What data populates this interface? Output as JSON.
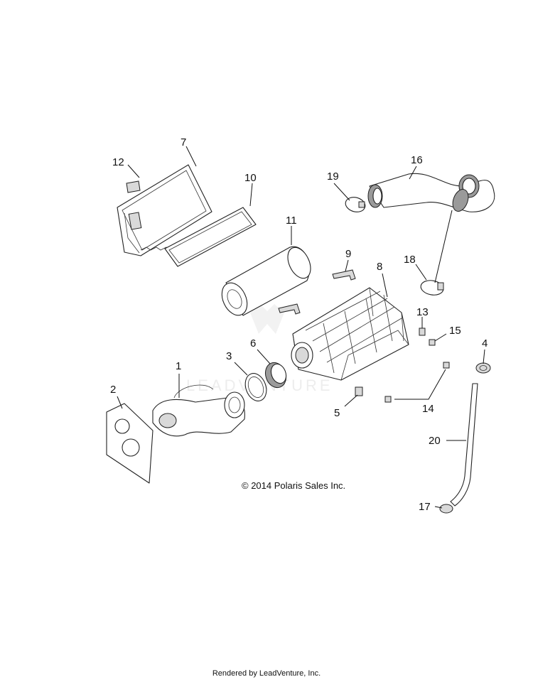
{
  "diagram": {
    "callouts": [
      "1",
      "2",
      "3",
      "4",
      "5",
      "6",
      "7",
      "8",
      "9",
      "10",
      "11",
      "12",
      "13",
      "14",
      "15",
      "16",
      "17",
      "18",
      "19",
      "20"
    ],
    "copyright": "© 2014 Polaris Sales Inc.",
    "footer": "Rendered by LeadVenture, Inc.",
    "watermark": "LEADVENTURE"
  }
}
